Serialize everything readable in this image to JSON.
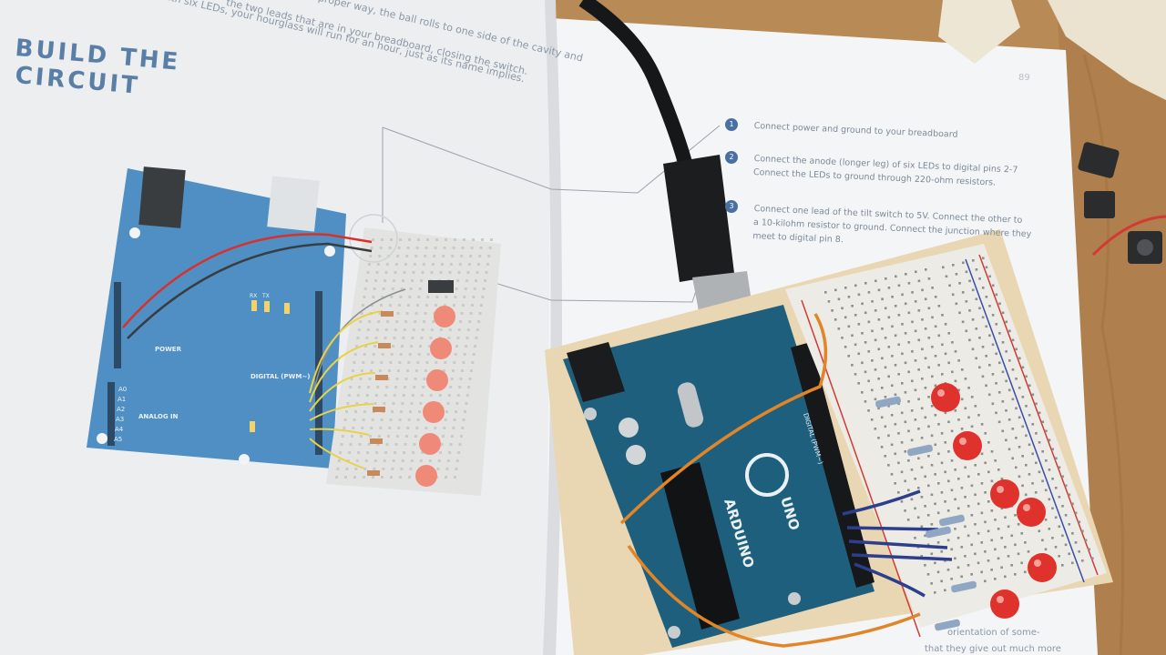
{
  "book": {
    "heading_line1": "BUILD THE",
    "heading_line2": "CIRCUIT",
    "body_line1": "the proper way, the ball rolls to one side of the cavity and",
    "body_line2": "the two leads that are in your breadboard, closing the switch.",
    "body_line3": "With six LEDs, your hourglass will run for an hour, just as its name implies.",
    "page_number": "89",
    "steps": [
      {
        "number": "1",
        "line1": "Connect power and ground to your breadboard",
        "line2": ""
      },
      {
        "number": "2",
        "line1": "Connect the anode (longer leg) of six LEDs to digital pins 2-7",
        "line2": "Connect the LEDs to ground through 220-ohm resistors."
      },
      {
        "number": "3",
        "line1": "Connect one lead of the tilt switch to 5V. Connect the other to",
        "line2": "a 10-kilohm resistor to ground. Connect the junction where they",
        "line3": "meet to digital pin 8."
      }
    ],
    "bottom_text1": "orientation of some-",
    "bottom_text2": "that they give out much more"
  },
  "diagram": {
    "board_labels": [
      "POWER",
      "ANALOG IN",
      "DIGITAL (PWM~)",
      "A0",
      "A1",
      "A2",
      "A3",
      "A4",
      "A5",
      "RX",
      "TX"
    ]
  },
  "board": {
    "brand": "ARDUINO",
    "model": "UNO",
    "kit_label": "DIGITAL (PWM~)"
  },
  "colors": {
    "table": "#b88a55",
    "page": "#f2f3f4",
    "arduino_blue": "#1f5f7e",
    "diagram_blue": "#4f8fc4",
    "led_red": "#e0322c",
    "wire_orange": "#e08628",
    "wire_blue": "#2c3e8c"
  }
}
